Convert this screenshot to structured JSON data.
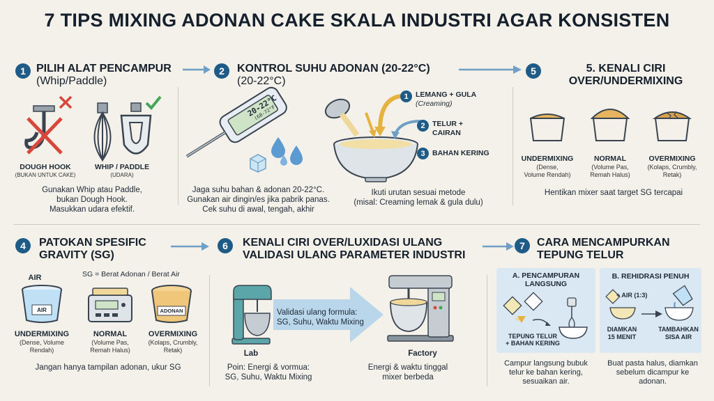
{
  "title": "7 TIPS MIXING ADONAN CAKE SKALA INDUSTRI AGAR KONSISTEN",
  "tip1": {
    "number": "1",
    "heading_line1": "PILIH ALAT PENCAMPUR",
    "heading_line2": "(Whip/Paddle)",
    "bad_label": "DOUGH HOOK",
    "bad_sub": "(BUKAN UNTUK CAKE)",
    "good_label": "WHIP / PADDLE",
    "good_sub": "(UDARA)",
    "caption1": "Gunakan Whip atau Paddle,",
    "caption2": "bukan Dough Hook.",
    "caption3": "Masukkan udara efektif."
  },
  "tip2": {
    "number": "2",
    "heading_line1": "KONTROL SUHU ADONAN (20-22°C)",
    "heading_line2": "(20-22°C)",
    "thermo_line1": "20-22°C",
    "thermo_line2": "(68-72°F)",
    "caption1": "Jaga suhu bahan & adonan 20-22°C.",
    "caption2": "Gunakan air dingin/es jika pabrik panas.",
    "caption3": "Cek suhu di awal, tengah, akhir"
  },
  "tip3": {
    "step1_num": "1",
    "step1_line1": "LEMANG + GULA",
    "step1_line2": "(Creaming)",
    "step2_num": "2",
    "step2_line1": "TELUR +",
    "step2_line2": "CAIRAN",
    "step3_num": "3",
    "step3_line1": "BAHAN KERING",
    "caption1": "Ikuti urutan sesuai metode",
    "caption2": "(misal: Creaming lemak & gula dulu)"
  },
  "tip5": {
    "number": "5",
    "heading_line1": "5. KENALI CIRI",
    "heading_line2": "OVER/UNDERMIXING",
    "under_label": "UNDERMIXING",
    "under_sub1": "(Dense,",
    "under_sub2": "Volume Rendah)",
    "normal_label": "NORMAL",
    "normal_sub1": "(Volume Pas,",
    "normal_sub2": "Remah Halus)",
    "over_label": "OVERMIXING",
    "over_sub1": "(Kolaps, Crumbly,",
    "over_sub2": "Retak)",
    "caption1": "Hentikan mixer saat target SG tercapai"
  },
  "tip4": {
    "number": "4",
    "heading_line1": "PATOKAN SPESIFIC",
    "heading_line2": "GRAVITY (SG)",
    "air_label": "AIR",
    "formula": "SG = Berat Adonan / Berat Air",
    "cup_air": "AIR",
    "cup_adonan": "ADONAN",
    "under_label": "UNDERMIXING",
    "under_sub1": "(Dense, Volume",
    "under_sub2": "Rendah)",
    "normal_label": "NORMAL",
    "normal_sub1": "(Volume Pas,",
    "normal_sub2": "Remah Halus)",
    "over_label": "OVERMIXING",
    "over_sub1": "(Kolaps, Crumbly,",
    "over_sub2": "Retak)",
    "caption1": "Jangan hanya tampilan adonan, ukur SG"
  },
  "tip6": {
    "number": "6",
    "heading_line1": "KENALI CIRI OVER/LUXIDASI ULANG",
    "heading_line2": "VALIDASI ULANG PARAMETER INDUSTRI",
    "arrow_line1": "Validasi ulang formula:",
    "arrow_line2": "SG, Suhu, Waktu Mixing",
    "lab_label": "Lab",
    "factory_label": "Factory",
    "lab_caption1": "Poin: Energi & vormua:",
    "lab_caption2": "SG, Suhu, Waktu Mixing",
    "factory_caption1": "Energi & waktu tinggal",
    "factory_caption2": "mixer berbeda"
  },
  "tip7": {
    "number": "7",
    "heading_line1": "CARA MENCAMPURKAN",
    "heading_line2": "TEPUNG TELUR",
    "a_title1": "A. PENCAMPURAN",
    "a_title2": "LANGSUNG",
    "a_label1": "TEPUNG TELUR",
    "a_label2": "+ BAHAN KERING",
    "b_title": "B. REHIDRASI PENUH",
    "b_water": "+ AIR (1:3)",
    "b_label1": "DIAMKAN",
    "b_label2": "15 MENIT",
    "b_label3": "TAMBAHKAN",
    "b_label4": "SISA AIR",
    "a_caption1": "Campur langsung bubuk",
    "a_caption2": "telur ke bahan kering,",
    "a_caption3": "sesuaikan air.",
    "b_caption1": "Buat pasta halus, diamkan",
    "b_caption2": "sebelum dicampur ke",
    "b_caption3": "adonan."
  },
  "colors": {
    "accent_blue": "#1e5b86",
    "arrow_blue": "#6f9fc4",
    "bad_red": "#d8473b",
    "good_green": "#44a658",
    "cake": "#e8b45d",
    "panel_blue": "#d9e8f2"
  }
}
